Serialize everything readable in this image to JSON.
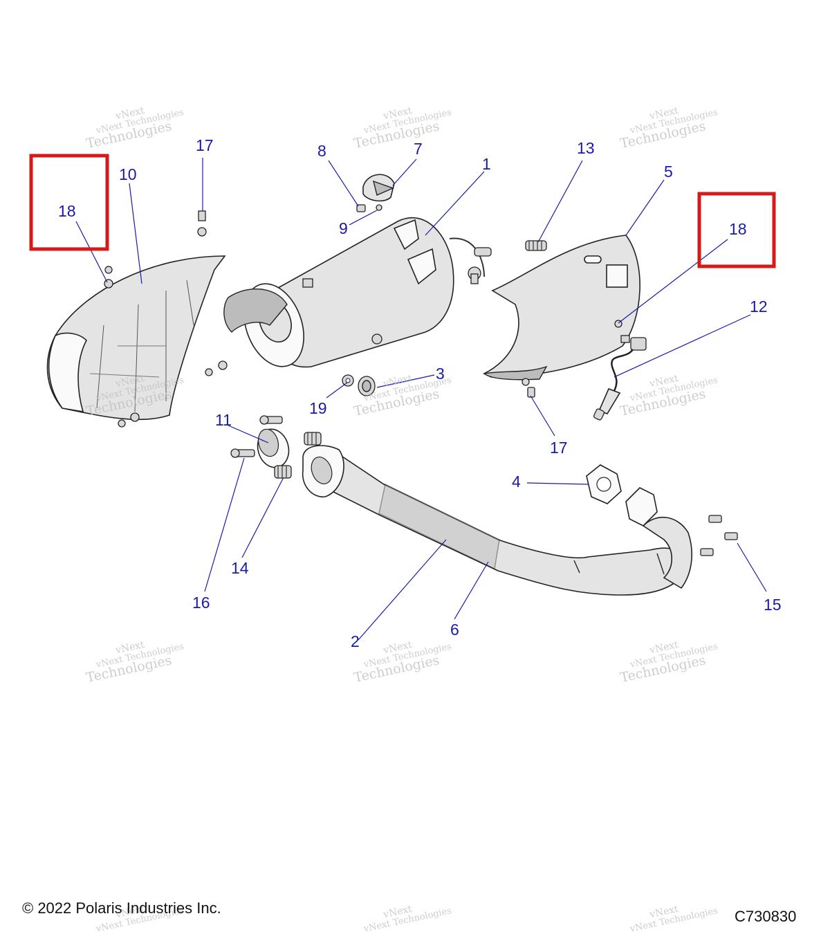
{
  "footer": {
    "copyright": "© 2022 Polaris Industries Inc.",
    "drawing_id": "C730830"
  },
  "watermark": {
    "brand": "vNext",
    "line1": "vNext Technologies",
    "line2": "Technologies"
  },
  "callouts": {
    "c1": "1",
    "c2": "2",
    "c3": "3",
    "c4": "4",
    "c5": "5",
    "c6": "6",
    "c7": "7",
    "c8": "8",
    "c9": "9",
    "c10": "10",
    "c11": "11",
    "c12": "12",
    "c13": "13",
    "c14": "14",
    "c15": "15",
    "c16": "16",
    "c17a": "17",
    "c17b": "17",
    "c18a": "18",
    "c18b": "18",
    "c19": "19"
  },
  "colors": {
    "callout": "#1a1aa8",
    "highlight": "#d61a1a",
    "part_fill": "#e4e4e4",
    "watermark": "#bdbdbd"
  }
}
